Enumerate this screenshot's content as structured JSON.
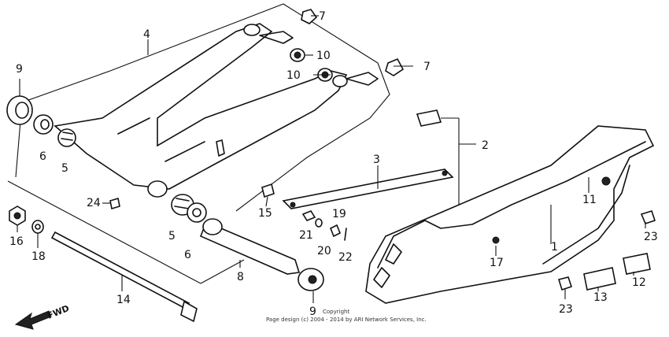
{
  "callouts": [
    "1",
    "2",
    "3",
    "4",
    "5",
    "5",
    "6",
    "6",
    "7",
    "7",
    "8",
    "9",
    "9",
    "10",
    "10",
    "11",
    "12",
    "13",
    "14",
    "15",
    "16",
    "17",
    "18",
    "19",
    "20",
    "21",
    "22",
    "23",
    "23",
    "24"
  ],
  "fwd_label": "FWD",
  "copyright_line1": "Copyright",
  "copyright_line2": "Page design (c) 2004 - 2014 by ARI Network Services, Inc."
}
